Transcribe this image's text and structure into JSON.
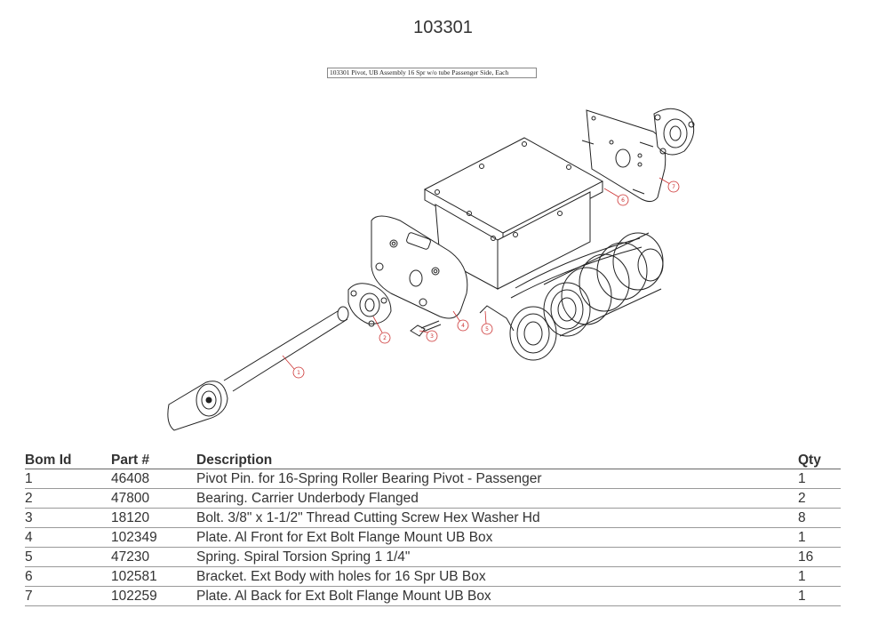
{
  "page": {
    "title": "103301",
    "caption": "103301 Pivot, UB Assembly 16 Spr w/o tube Passenger Side, Each"
  },
  "callouts": [
    "1",
    "2",
    "3",
    "4",
    "5",
    "6",
    "7"
  ],
  "bom": {
    "headers": [
      "Bom Id",
      "Part #",
      "Description",
      "Qty"
    ],
    "rows": [
      [
        "1",
        "46408",
        "Pivot Pin. for 16-Spring Roller Bearing Pivot - Passenger",
        "1"
      ],
      [
        "2",
        "47800",
        "Bearing. Carrier Underbody Flanged",
        "2"
      ],
      [
        "3",
        "18120",
        "Bolt. 3/8\" x 1-1/2\" Thread Cutting Screw Hex Washer Hd",
        "8"
      ],
      [
        "4",
        "102349",
        "Plate. Al Front for Ext Bolt Flange Mount UB Box",
        "1"
      ],
      [
        "5",
        "47230",
        "Spring. Spiral Torsion Spring 1 1/4\"",
        "16"
      ],
      [
        "6",
        "102581",
        "Bracket. Ext Body with holes for 16 Spr UB Box",
        "1"
      ],
      [
        "7",
        "102259",
        "Plate. Al Back for Ext Bolt Flange Mount UB Box",
        "1"
      ]
    ]
  },
  "colors": {
    "callout": "#cc3333",
    "line": "#222222"
  }
}
